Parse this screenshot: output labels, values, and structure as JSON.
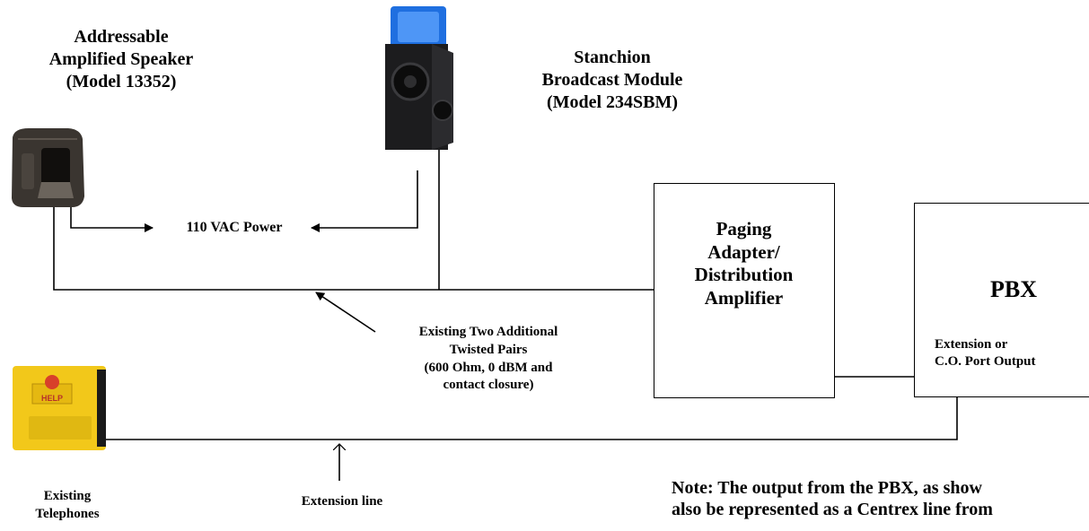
{
  "speaker": {
    "title_line1": "Addressable",
    "title_line2": "Amplified Speaker",
    "title_line3": "(Model 13352)"
  },
  "stanchion": {
    "title_line1": "Stanchion",
    "title_line2": "Broadcast Module",
    "title_line3": "(Model 234SBM)"
  },
  "power_label": "110 VAC Power",
  "paging_box": {
    "line1": "Paging",
    "line2": "Adapter/",
    "line3": "Distribution",
    "line4": "Amplifier"
  },
  "pbx_box": {
    "title": "PBX",
    "sub_line1": "Extension or",
    "sub_line2": "C.O. Port Output"
  },
  "twisted_pairs": {
    "line1": "Existing Two Additional",
    "line2": "Twisted Pairs",
    "line3": "(600 Ohm, 0 dBM and",
    "line4": "contact closure)"
  },
  "telephone": {
    "label_line1": "Existing",
    "label_line2": "Telephones",
    "button_text": "HELP"
  },
  "extension_label": "Extension line",
  "note": {
    "line1": "Note:  The output from the PBX, as show",
    "line2": "also be represented as a Centrex line from"
  },
  "colors": {
    "speaker_body": "#3a3530",
    "stanchion_body": "#1c1c1e",
    "stanchion_beacon": "#1f6fe0",
    "telephone_body": "#f2c81a",
    "telephone_button": "#d8402a"
  }
}
